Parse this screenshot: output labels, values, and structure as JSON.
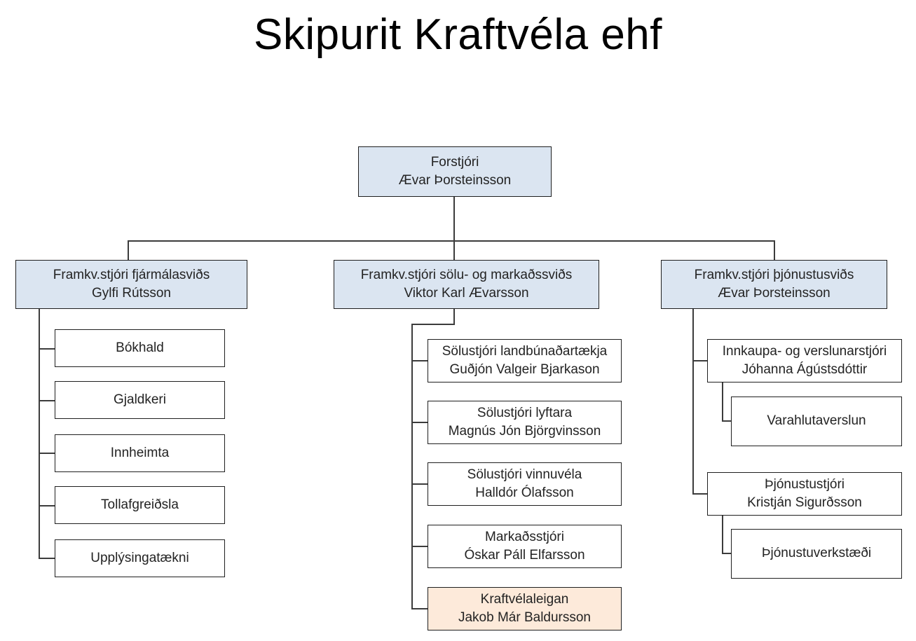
{
  "title": "Skipurit Kraftvéla ehf",
  "colors": {
    "executive_fill": "#dbe5f1",
    "highlight_fill": "#fdeada",
    "node_fill": "#ffffff",
    "border": "#1f1f1f",
    "connector": "#3c3c3c"
  },
  "org": {
    "root": {
      "role": "Forstjóri",
      "name": "Ævar Þorsteinsson"
    },
    "branches": [
      {
        "role": "Framkv.stjóri fjármálasviðs",
        "name": "Gylfi Rútsson",
        "children": [
          {
            "label": "Bókhald"
          },
          {
            "label": "Gjaldkeri"
          },
          {
            "label": "Innheimta"
          },
          {
            "label": "Tollafgreiðsla"
          },
          {
            "label": "Upplýsingatækni"
          }
        ]
      },
      {
        "role": "Framkv.stjóri sölu- og markaðssviðs",
        "name": "Viktor Karl Ævarsson",
        "children": [
          {
            "role": "Sölustjóri landbúnaðartækja",
            "name": "Guðjón Valgeir Bjarkason"
          },
          {
            "role": "Sölustjóri lyftara",
            "name": "Magnús Jón Björgvinsson"
          },
          {
            "role": "Sölustjóri vinnuvéla",
            "name": "Halldór Ólafsson"
          },
          {
            "role": "Markaðsstjóri",
            "name": "Óskar Páll Elfarsson"
          },
          {
            "role": "Kraftvélaleigan",
            "name": "Jakob Már Baldursson",
            "highlight": true
          }
        ]
      },
      {
        "role": "Framkv.stjóri þjónustusviðs",
        "name": "Ævar Þorsteinsson",
        "children": [
          {
            "role": "Innkaupa- og verslunarstjóri",
            "name": "Jóhanna Ágústsdóttir",
            "children": [
              {
                "label": "Varahlutaverslun"
              }
            ]
          },
          {
            "role": "Þjónustustjóri",
            "name": "Kristján Sigurðsson",
            "children": [
              {
                "label": "Þjónustuverkstæði"
              }
            ]
          }
        ]
      }
    ]
  }
}
